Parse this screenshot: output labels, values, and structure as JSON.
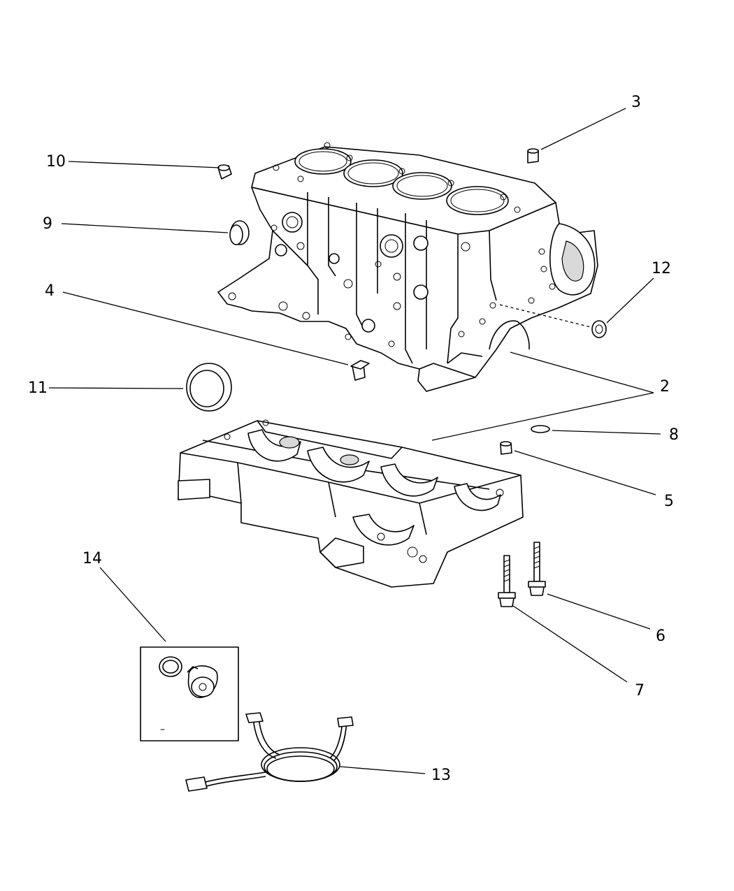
{
  "callouts": {
    "c2": "2",
    "c3": "3",
    "c4": "4",
    "c5": "5",
    "c6": "6",
    "c7": "7",
    "c8": "8",
    "c9": "9",
    "c10": "10",
    "c11": "11",
    "c12": "12",
    "c13": "13",
    "c14": "14"
  },
  "inset_mark": "–"
}
